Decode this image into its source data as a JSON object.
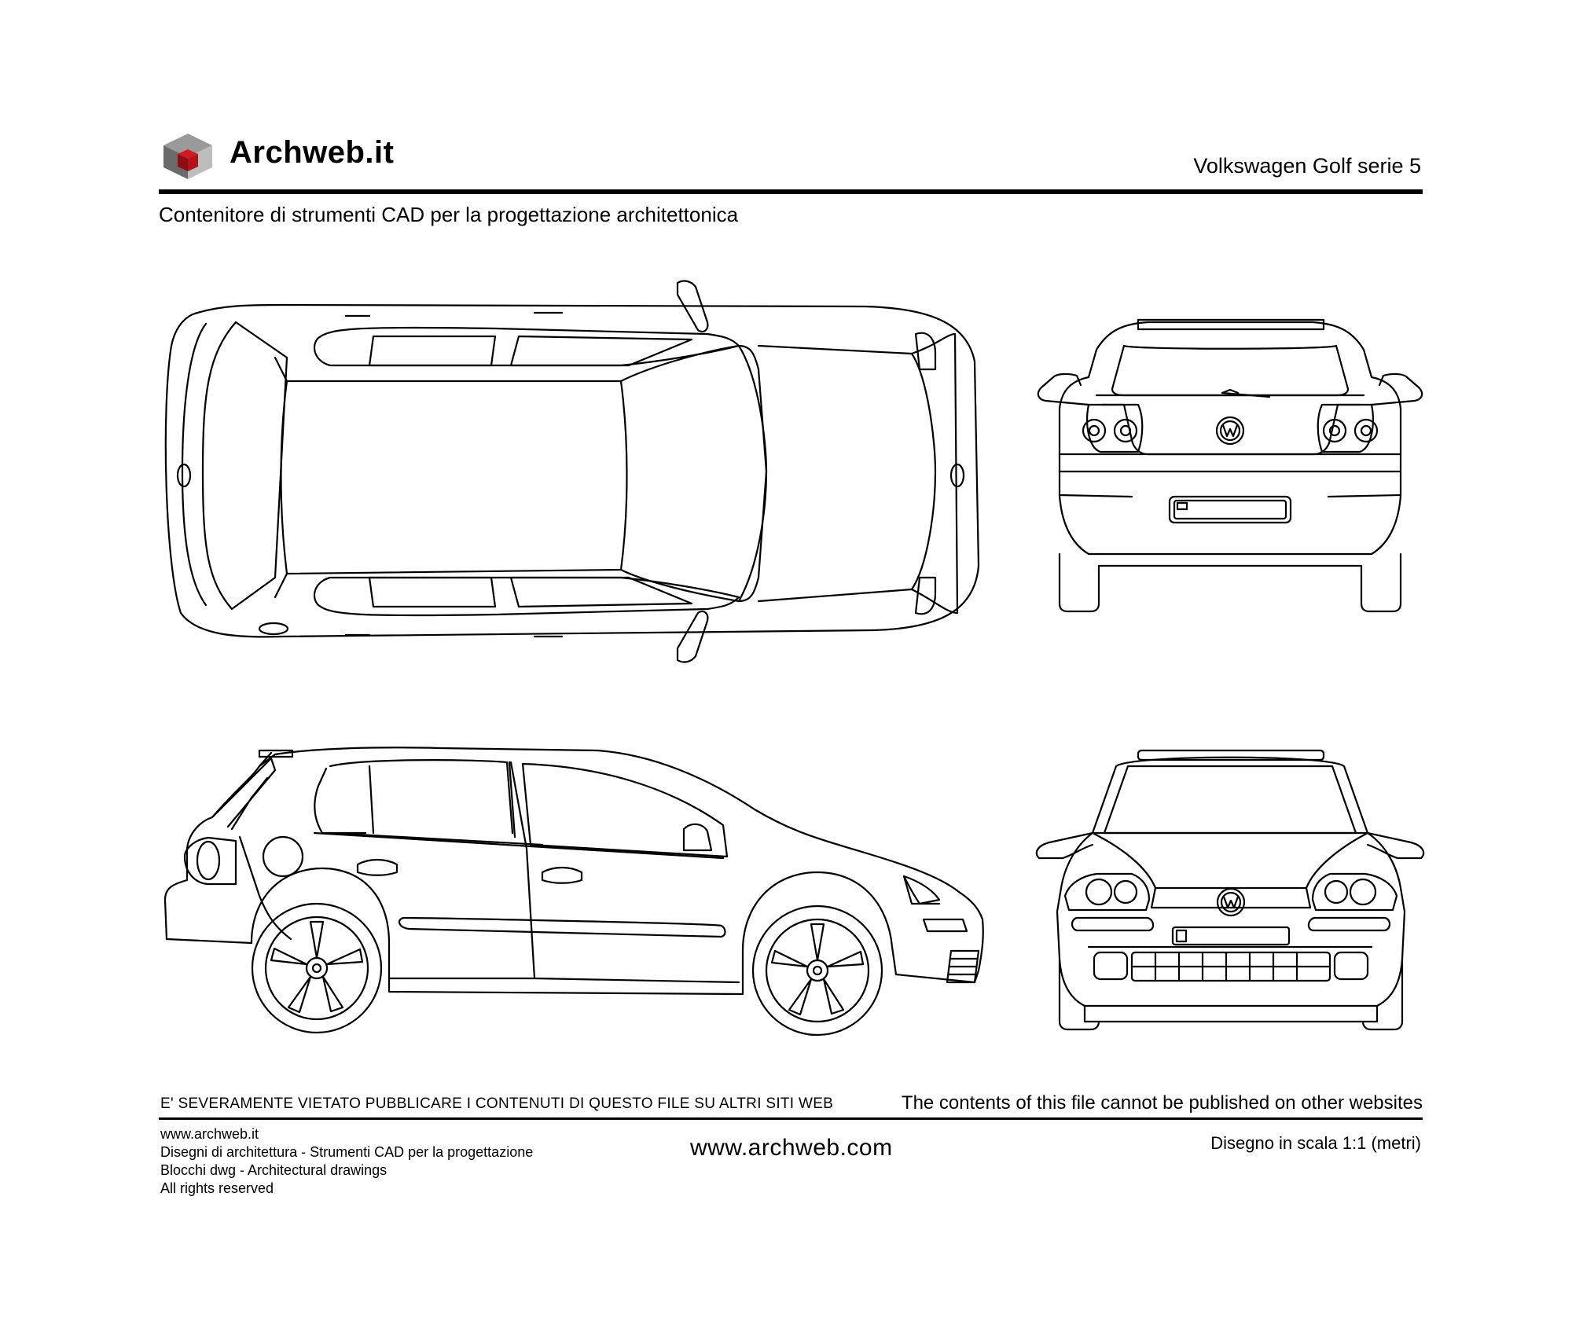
{
  "header": {
    "logo_text": "Archweb.it",
    "title": "Volkswagen Golf serie 5",
    "subtitle": "Contenitore di strumenti CAD per la progettazione architettonica"
  },
  "footer": {
    "warning_it": "E' SEVERAMENTE VIETATO PUBBLICARE I CONTENUTI DI QUESTO FILE SU ALTRI SITI WEB",
    "warning_en": "The contents of this file cannot be published on other websites",
    "credits": [
      "www.archweb.it",
      "Disegni di architettura - Strumenti CAD  per la progettazione",
      "Blocchi dwg - Architectural drawings",
      "All rights reserved"
    ],
    "center_url": "www.archweb.com",
    "scale": "Disegno in scala 1:1 (metri)"
  },
  "colors": {
    "logo_red": "#b3121b",
    "logo_grey": "#8c8c8c",
    "logo_dark": "#4a4a4a"
  },
  "icons": [
    "archweb-cube-logo-icon"
  ]
}
